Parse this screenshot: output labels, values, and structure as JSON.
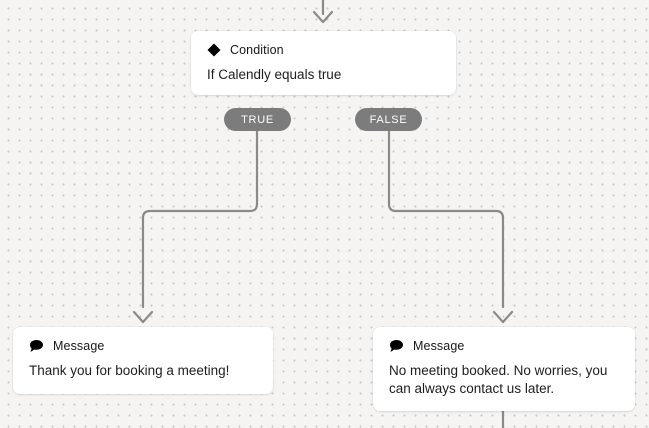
{
  "canvas": {
    "background_color": "#f5f4f2",
    "dot_color": "#c9c7c3",
    "edge_color": "#8a8a8a"
  },
  "nodes": [
    {
      "id": "condition",
      "icon": "diamond-icon",
      "title": "Condition",
      "body": "If Calendly equals true"
    },
    {
      "id": "message-true",
      "icon": "message-icon",
      "title": "Message",
      "body": "Thank you for booking a meeting!"
    },
    {
      "id": "message-false",
      "icon": "message-icon",
      "title": "Message",
      "body": "No meeting booked. No worries, you can always contact us later."
    }
  ],
  "branches": [
    {
      "id": "true",
      "label": "TRUE",
      "color": "#7c7c7c"
    },
    {
      "id": "false",
      "label": "FALSE",
      "color": "#7c7c7c"
    }
  ]
}
